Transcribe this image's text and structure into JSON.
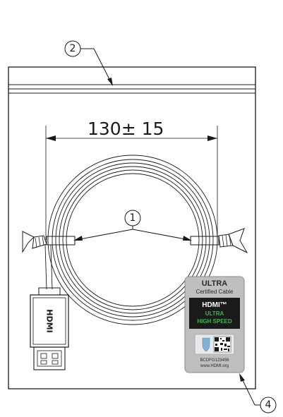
{
  "drawing": {
    "dimension_label": "130± 15",
    "callouts": [
      "2",
      "1",
      "4"
    ],
    "hdmi_connector_text": "HDMI"
  },
  "label": {
    "title": "ULTRA",
    "subtitle": "Certified Cable",
    "hdmi_mark": "HDMI™",
    "line1": "ULTRA",
    "line2": "HIGH SPEED",
    "serial": "BCDFG123456",
    "url": "www.HDMI.org",
    "colors": {
      "badge_bg": "#bfbfbf",
      "plate_bg": "#1a1a1a",
      "speed_green": "#3fb34f",
      "shield_blue": "#7fb2d8"
    }
  }
}
